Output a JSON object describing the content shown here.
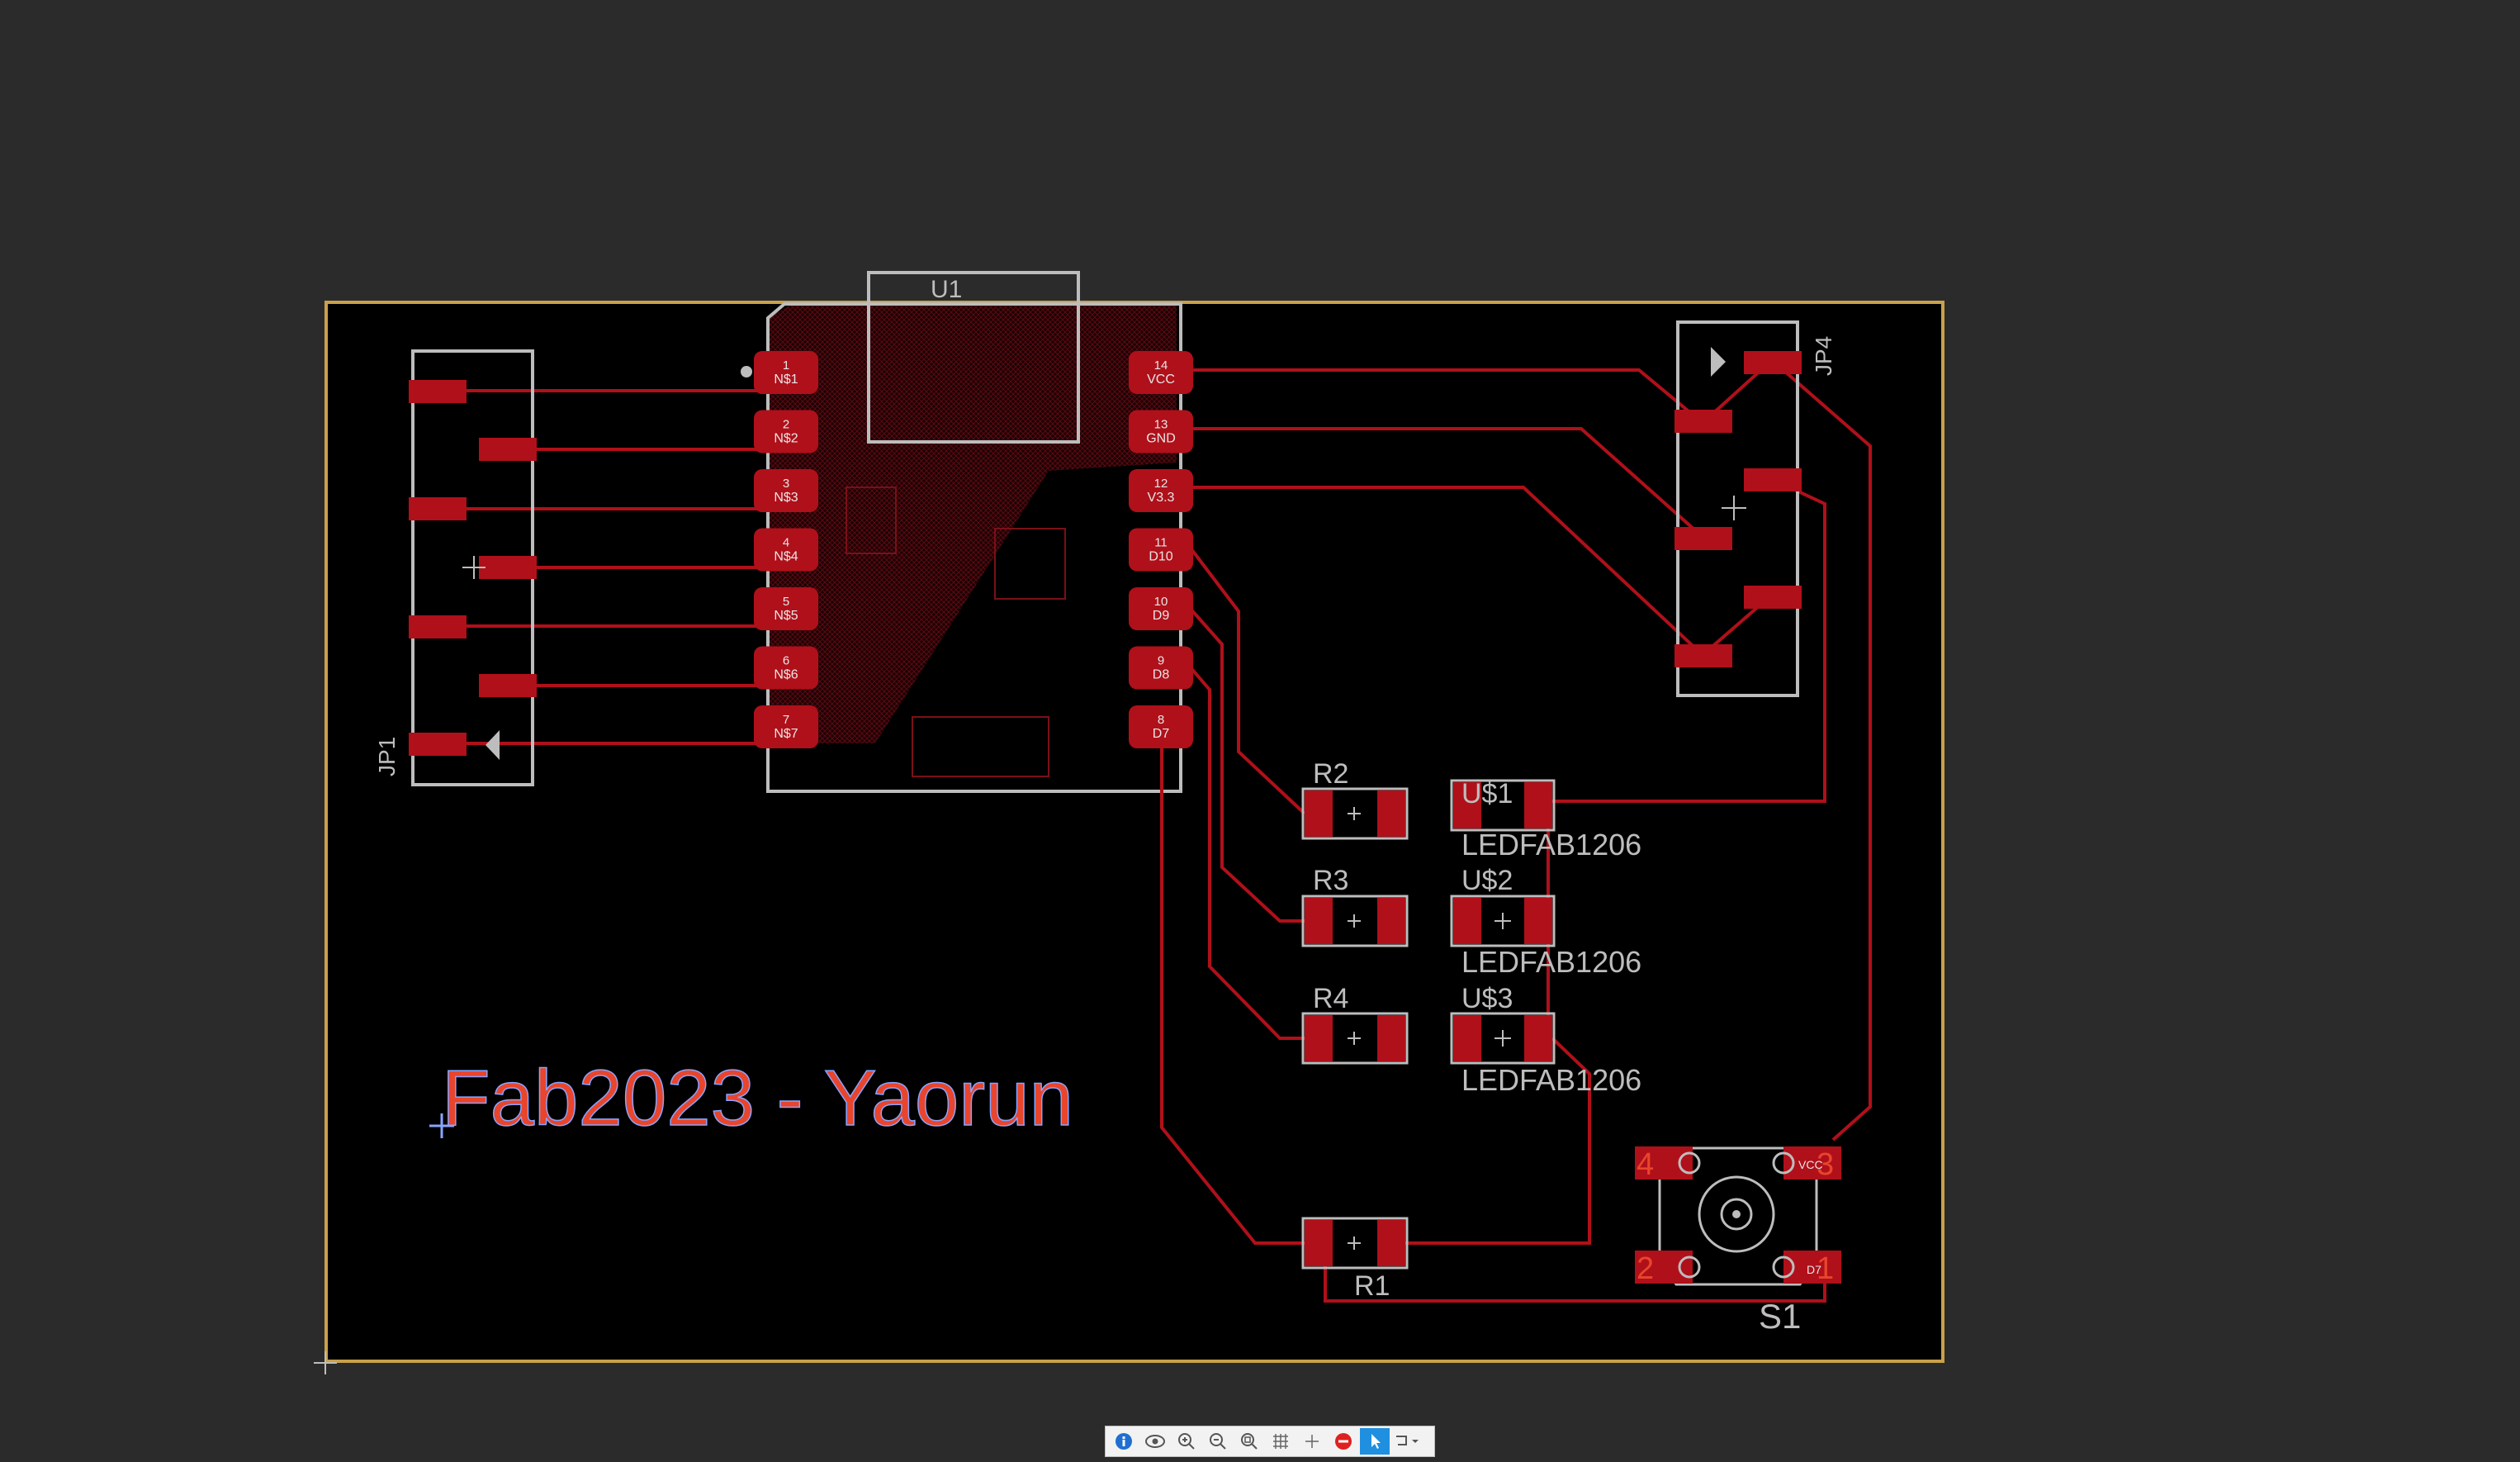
{
  "colors": {
    "background": "#2b2b2b",
    "board": "#000000",
    "outline": "#c9a14a",
    "copper": "#b0101a",
    "silk": "#bdbdbd",
    "title_text": "#e8452c",
    "active_tool": "#1f8fe0"
  },
  "components": {
    "u1": {
      "name": "U1",
      "left_pins": [
        {
          "num": "1",
          "label": "N$1"
        },
        {
          "num": "2",
          "label": "N$2"
        },
        {
          "num": "3",
          "label": "N$3"
        },
        {
          "num": "4",
          "label": "N$4"
        },
        {
          "num": "5",
          "label": "N$5"
        },
        {
          "num": "6",
          "label": "N$6"
        },
        {
          "num": "7",
          "label": "N$7"
        }
      ],
      "right_pins": [
        {
          "num": "14",
          "label": "VCC"
        },
        {
          "num": "13",
          "label": "GND"
        },
        {
          "num": "12",
          "label": "V3.3"
        },
        {
          "num": "11",
          "label": "D10"
        },
        {
          "num": "10",
          "label": "D9"
        },
        {
          "num": "9",
          "label": "D8"
        },
        {
          "num": "8",
          "label": "D7"
        }
      ]
    },
    "jp1": "JP1",
    "jp4": "JP4",
    "r1": "R1",
    "r2": "R2",
    "r3": "R3",
    "r4": "R4",
    "us1": "U$1",
    "us2": "U$2",
    "us3": "U$3",
    "led_value": "LEDFAB1206",
    "s1": "S1",
    "s1_pads": {
      "p4": "4",
      "p3": "3",
      "p2": "2",
      "p1": "1",
      "vcc": "VCC",
      "d7": "D7"
    }
  },
  "board_title": "Fab2023 - Yaorun",
  "toolbar": {
    "items": [
      {
        "icon": "info-icon"
      },
      {
        "icon": "eye-icon"
      },
      {
        "icon": "zoom-in-icon"
      },
      {
        "icon": "zoom-out-icon"
      },
      {
        "icon": "zoom-fit-icon"
      },
      {
        "icon": "grid-icon"
      },
      {
        "icon": "add-icon"
      },
      {
        "icon": "stop-icon"
      },
      {
        "icon": "select-icon"
      },
      {
        "icon": "route-icon"
      }
    ]
  }
}
